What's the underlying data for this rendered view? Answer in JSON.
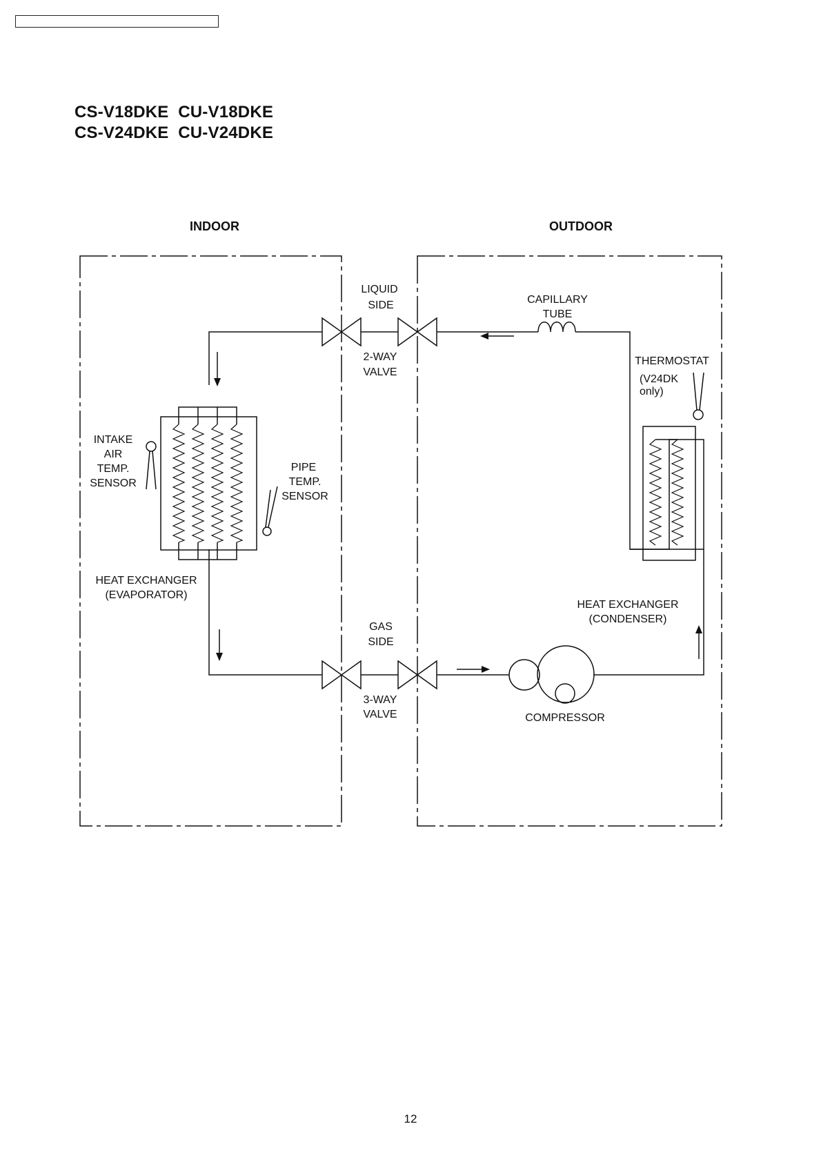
{
  "header": {
    "models": [
      "CS-V18DKE  CU-V18DKE",
      "CS-V24DKE  CU-V24DKE"
    ]
  },
  "diagram": {
    "indoor_label": "INDOOR",
    "outdoor_label": "OUTDOOR",
    "liquid_side": [
      "LIQUID",
      "SIDE"
    ],
    "two_way_valve": [
      "2-WAY",
      "VALVE"
    ],
    "gas_side": [
      "GAS",
      "SIDE"
    ],
    "three_way_valve": [
      "3-WAY",
      "VALVE"
    ],
    "capillary_tube": [
      "CAPILLARY",
      "TUBE"
    ],
    "thermostat": "THERMOSTAT",
    "thermostat_note": [
      "(V24DK",
      "only)"
    ],
    "intake_sensor": [
      "INTAKE",
      "AIR",
      "TEMP.",
      "SENSOR"
    ],
    "pipe_sensor": [
      "PIPE",
      "TEMP.",
      "SENSOR"
    ],
    "evaporator": [
      "HEAT EXCHANGER",
      "(EVAPORATOR)"
    ],
    "condenser": [
      "HEAT EXCHANGER",
      "(CONDENSER)"
    ],
    "compressor": "COMPRESSOR"
  },
  "footer": {
    "page_number": "12"
  }
}
